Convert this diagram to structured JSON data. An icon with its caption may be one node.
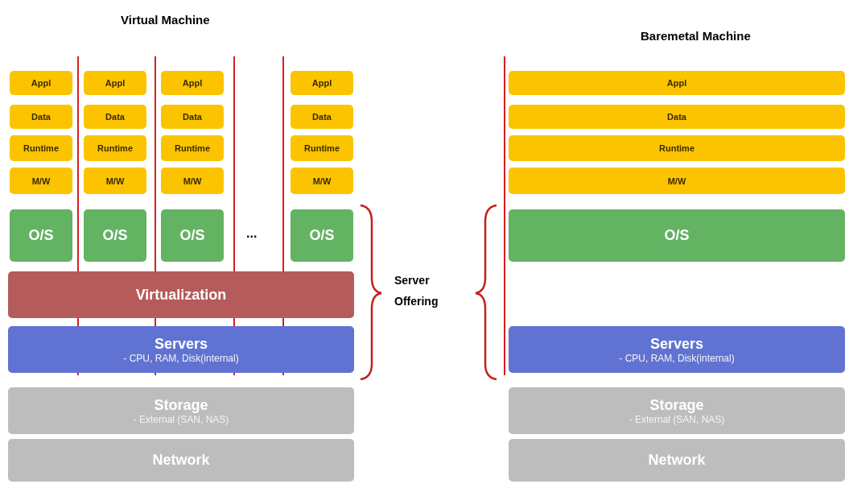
{
  "diagram": {
    "nodes": [
      {
        "text": [
          "Appl"
        ]
      },
      {
        "text": [
          "Appl"
        ]
      },
      {
        "text": [
          "Appl"
        ]
      },
      {
        "text": [
          "Appl"
        ]
      },
      {
        "text": [
          "Data"
        ]
      },
      {
        "text": [
          "Data"
        ]
      },
      {
        "text": [
          "Data"
        ]
      },
      {
        "text": [
          "Data"
        ]
      },
      {
        "text": [
          "Runtime"
        ]
      },
      {
        "text": [
          "Runtime"
        ]
      },
      {
        "text": [
          "Runtime"
        ]
      },
      {
        "text": [
          "Runtime"
        ]
      },
      {
        "text": [
          "M/W"
        ]
      },
      {
        "text": [
          "M/W"
        ]
      },
      {
        "text": [
          "M/W"
        ]
      },
      {
        "text": [
          "M/W"
        ]
      },
      {
        "text": [
          "O/S"
        ]
      },
      {
        "text": [
          "O/S"
        ]
      },
      {
        "text": [
          "O/S"
        ]
      },
      {
        "text": [
          "O/S"
        ]
      },
      {
        "text": [
          "Virtualization"
        ]
      },
      {
        "text": [
          "Servers",
          "- CPU, RAM, Disk(internal)"
        ]
      },
      {
        "text": [
          "Storage",
          "- External (SAN, NAS)"
        ]
      },
      {
        "text": [
          "Network"
        ]
      },
      {
        "text": [
          "Appl"
        ]
      },
      {
        "text": [
          "Data"
        ]
      },
      {
        "text": [
          "Runtime"
        ]
      },
      {
        "text": [
          "M/W"
        ]
      },
      {
        "text": [
          "O/S"
        ]
      },
      {
        "text": [
          "Servers",
          "- CPU, RAM, Disk(internal)"
        ]
      },
      {
        "text": [
          "Storage",
          "- External (SAN, NAS)"
        ]
      },
      {
        "text": [
          "Network"
        ]
      }
    ],
    "labels": [
      "Virtual Machine",
      "Baremetal Machine",
      "...",
      "Server Offering"
    ]
  }
}
